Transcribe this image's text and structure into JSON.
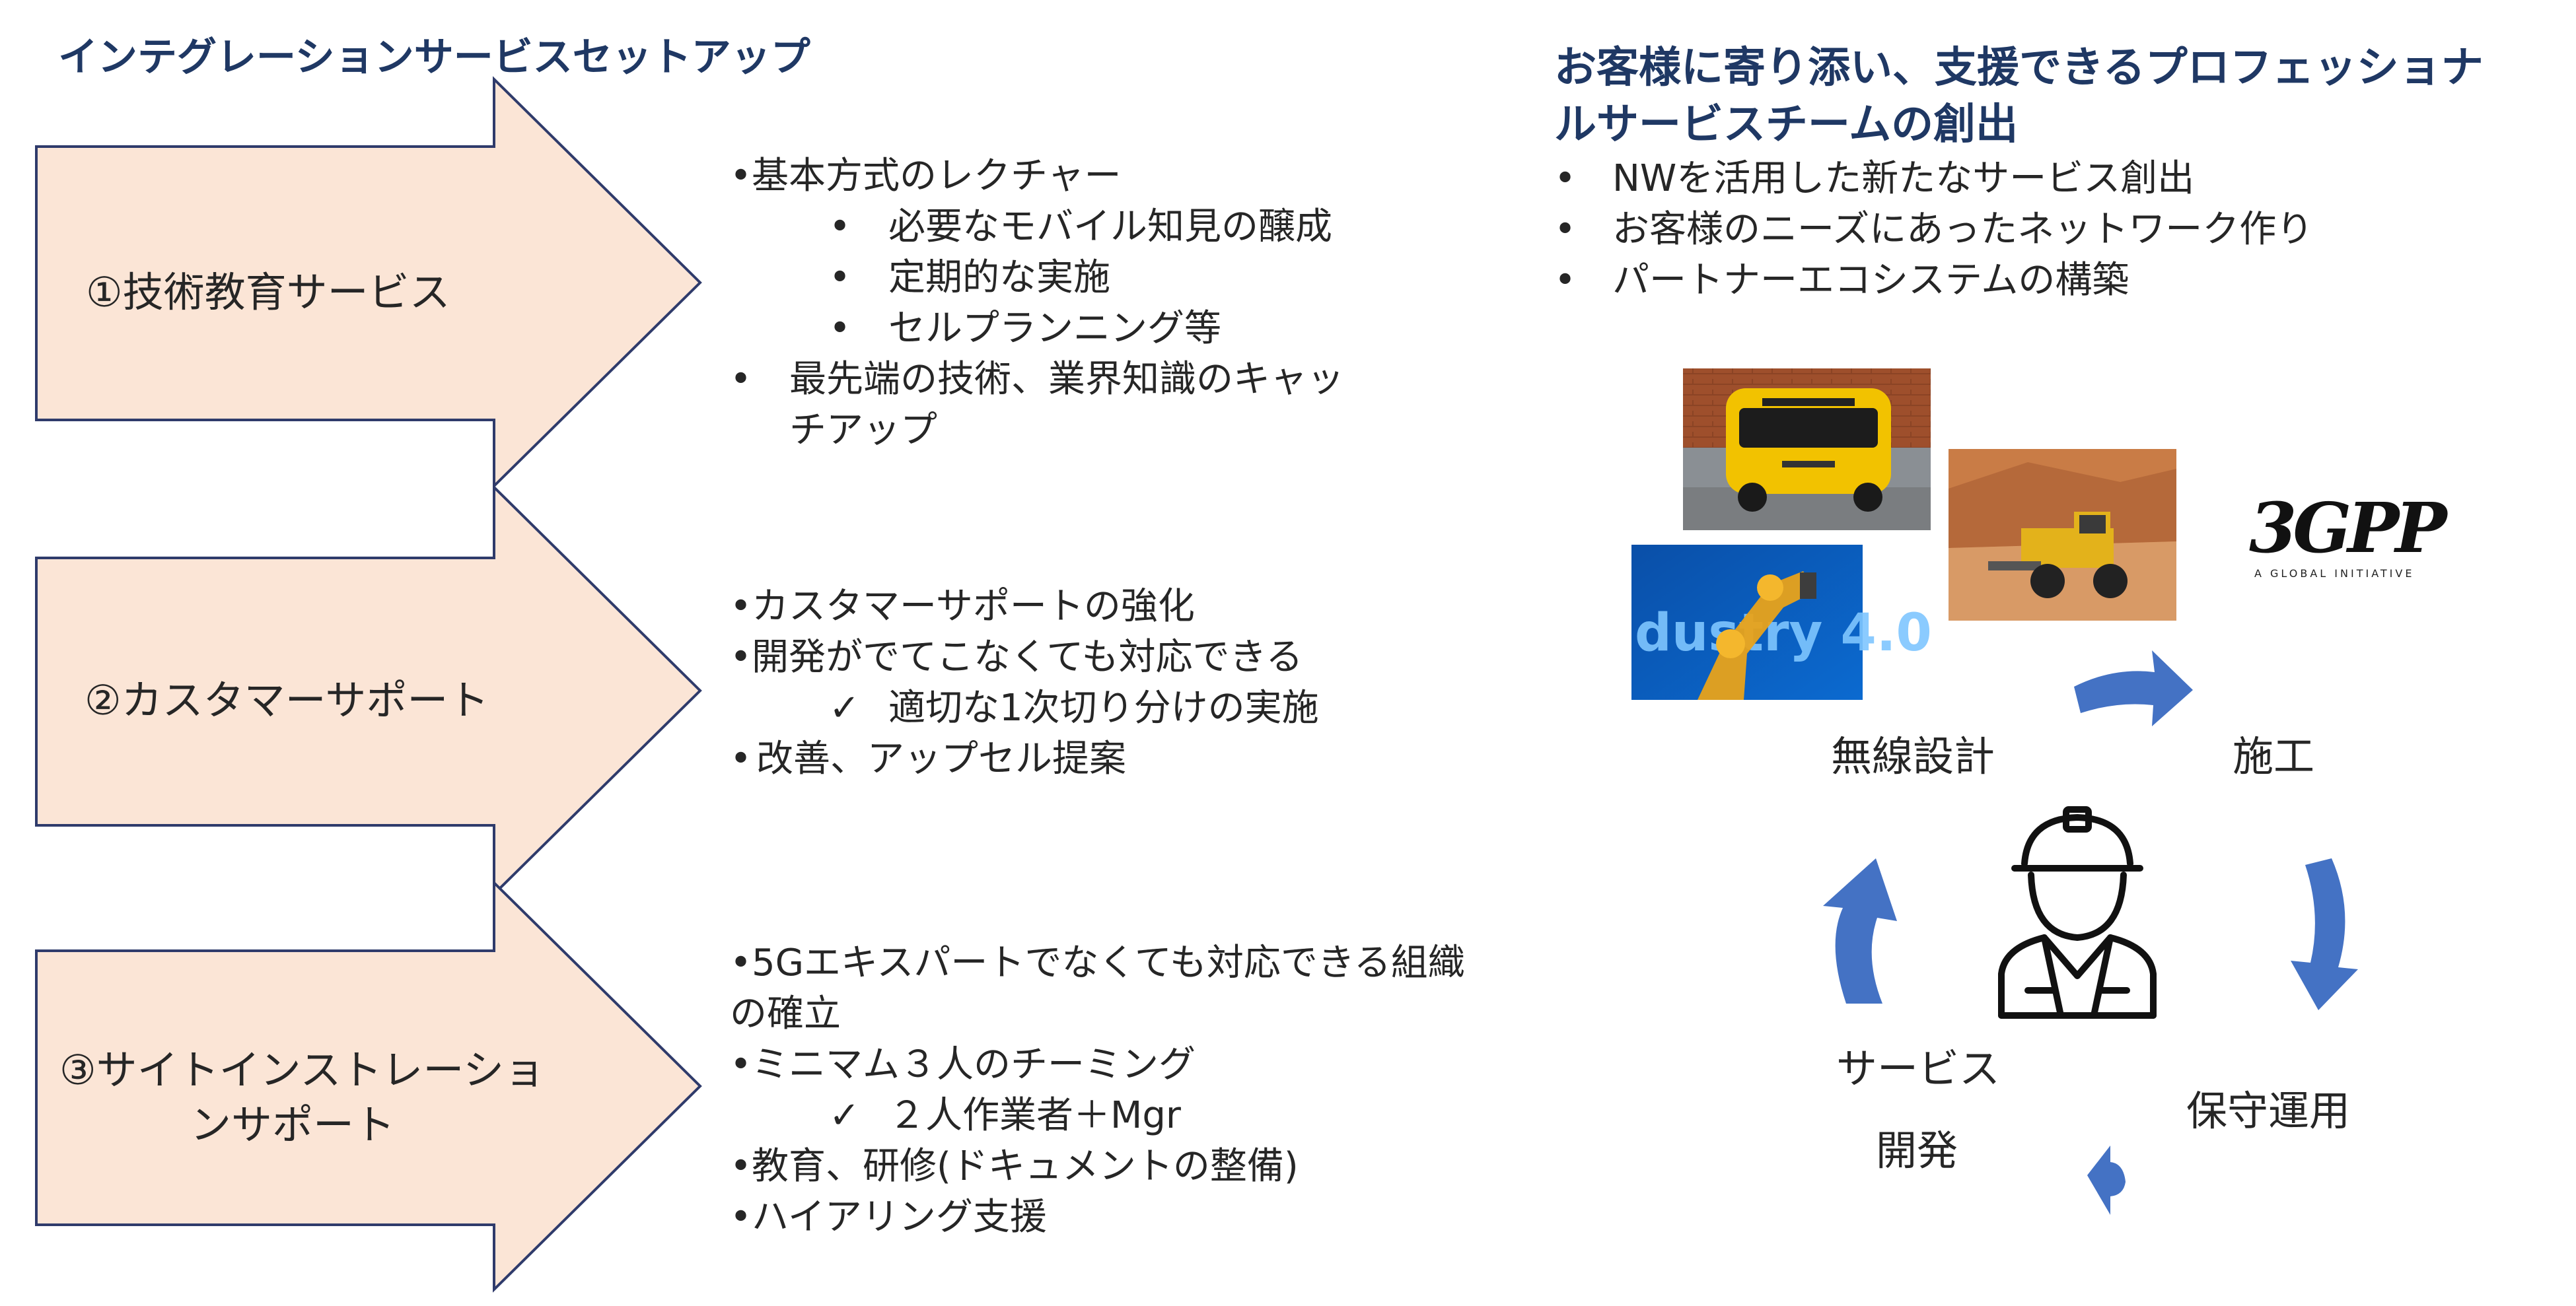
{
  "page": {
    "title_left": "インテグレーションサービスセットアップ",
    "title_right_line1": "お客様に寄り添い、支援できるプロフェッショナ",
    "title_right_line2": "ルサービスチームの創出"
  },
  "services": [
    {
      "label": "①技術教育サービス",
      "bullets": [
        {
          "marker": "•",
          "text": "基本方式のレクチャー"
        },
        {
          "marker": "•",
          "text": "必要なモバイル知見の醸成"
        },
        {
          "marker": "•",
          "text": "定期的な実施"
        },
        {
          "marker": "•",
          "text": "セルプランニング等"
        },
        {
          "marker": "•",
          "text": "最先端の技術、業界知識のキャッ"
        },
        {
          "marker": "",
          "text": "チアップ"
        }
      ]
    },
    {
      "label": "②カスタマーサポート",
      "bullets": [
        {
          "marker": "•",
          "text": "カスタマーサポートの強化"
        },
        {
          "marker": "•",
          "text": "開発がでてこなくても対応できる"
        },
        {
          "marker": "✓",
          "text": "適切な1次切り分けの実施"
        },
        {
          "marker": "•",
          "text": "改善、アップセル提案"
        }
      ]
    },
    {
      "label_line1": "③サイトインストレーショ",
      "label_line2": "ンサポート",
      "bullets": [
        {
          "marker": "•",
          "text": "5Gエキスパートでなくても対応できる組織"
        },
        {
          "marker": "",
          "text": "の確立"
        },
        {
          "marker": "•",
          "text": "ミニマム３人のチーミング"
        },
        {
          "marker": "✓",
          "text": "２人作業者＋Mgr"
        },
        {
          "marker": "•",
          "text": "教育、研修(ドキュメントの整備)"
        },
        {
          "marker": "•",
          "text": "ハイアリング支援"
        }
      ]
    }
  ],
  "goals": [
    "NWを活用した新たなサービス創出",
    "お客様のニーズにあったネットワーク作り",
    "パートナーエコシステムの構築"
  ],
  "images": {
    "robot_text": "dustry 4.0",
    "logo_text": "3GPP",
    "logo_subtext": "A GLOBAL INITIATIVE"
  },
  "cycle": {
    "stage1": "無線設計",
    "stage2": "施工",
    "stage3": "保守運用",
    "stage4_line1": "サービス",
    "stage4_line2": "開発"
  },
  "colors": {
    "arrow_fill": "#fbe5d6",
    "arrow_stroke": "#2f3b6b",
    "title": "#1f3864",
    "cycle_arrow": "#4472c4"
  }
}
